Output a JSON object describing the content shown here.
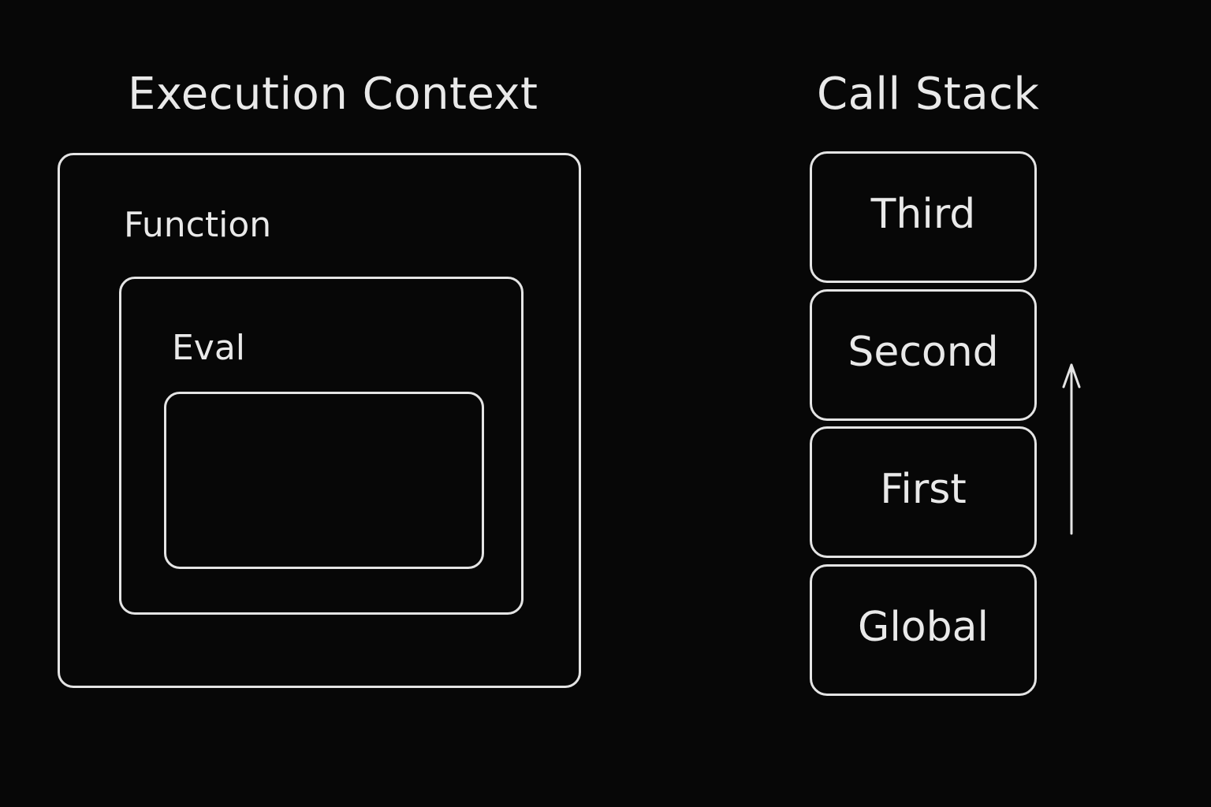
{
  "execution_context": {
    "title": "Execution Context",
    "outer_label": "Function",
    "middle_label": "Eval"
  },
  "call_stack": {
    "title": "Call Stack",
    "frames": [
      "Third",
      "Second",
      "First",
      "Global"
    ],
    "arrow_icon": "up-arrow-icon"
  },
  "colors": {
    "background": "#070707",
    "stroke": "#e4e4e4",
    "text": "#e9e9e9"
  }
}
